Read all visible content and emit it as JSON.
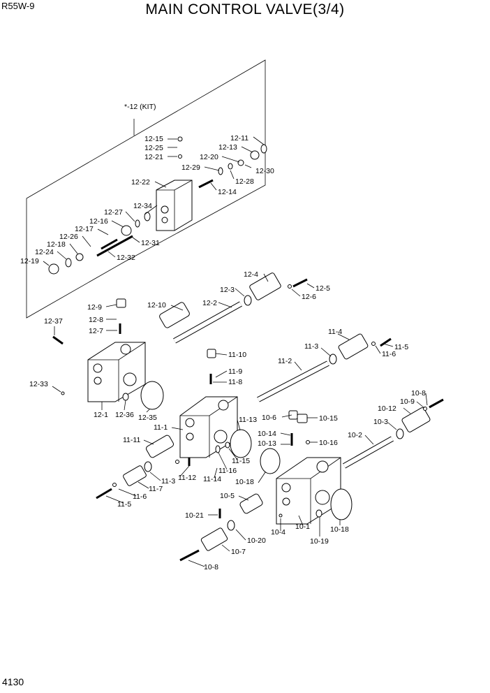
{
  "header": {
    "model": "R55W-9",
    "title": "MAIN CONTROL VALVE(3/4)",
    "page_number": "4130"
  },
  "diagram": {
    "kit_label": "*-12 (KIT)",
    "callouts": [
      "12-15",
      "12-25",
      "12-21",
      "12-11",
      "12-13",
      "12-20",
      "12-30",
      "12-29",
      "12-28",
      "12-22",
      "12-14",
      "12-34",
      "12-27",
      "12-16",
      "12-17",
      "12-26",
      "12-18",
      "12-24",
      "12-19",
      "12-31",
      "12-32",
      "12-4",
      "12-3",
      "12-5",
      "12-6",
      "12-2",
      "12-10",
      "12-9",
      "12-8",
      "12-7",
      "12-37",
      "12-33",
      "12-1",
      "12-36",
      "12-35",
      "11-4",
      "11-3",
      "11-5",
      "11-6",
      "11-2",
      "11-10",
      "11-9",
      "11-8",
      "11-1",
      "11-13",
      "11-11",
      "11-15",
      "11-16",
      "11-14",
      "11-12",
      "11-3",
      "11-7",
      "11-6",
      "11-5",
      "10-8",
      "10-9",
      "10-12",
      "10-3",
      "10-6",
      "10-15",
      "10-14",
      "10-13",
      "10-16",
      "10-2",
      "10-18",
      "10-5",
      "10-21",
      "10-4",
      "10-1",
      "10-19",
      "10-18",
      "10-20",
      "10-7",
      "10-8"
    ]
  }
}
